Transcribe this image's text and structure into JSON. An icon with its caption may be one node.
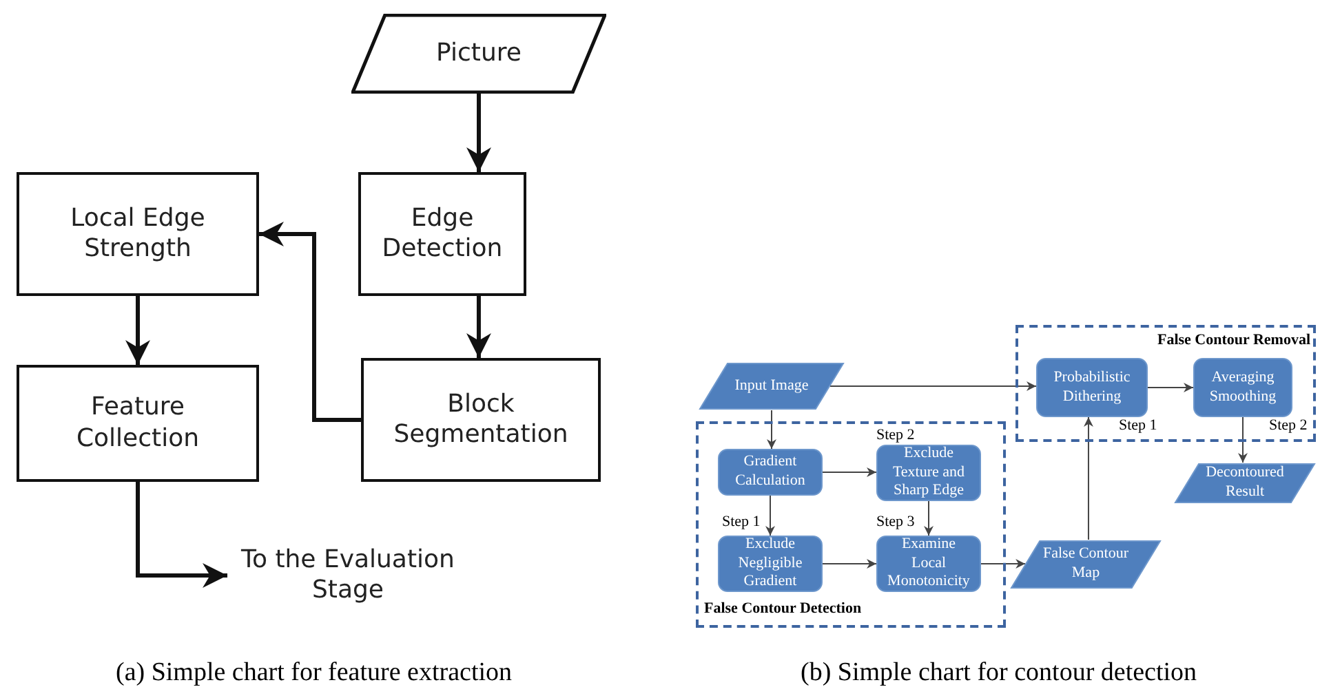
{
  "diagram": {
    "nodes": [
      {
        "text": [
          "Picture"
        ]
      },
      {
        "text": [
          "Edge Detection"
        ]
      },
      {
        "text": [
          "Local Edge Strength"
        ]
      },
      {
        "text": [
          "Block Segmentation"
        ]
      },
      {
        "text": [
          "Feature Collection"
        ]
      },
      {
        "text": [
          "To the Evaluation Stage"
        ]
      },
      {
        "text": [
          "False Contour Removal"
        ]
      },
      {
        "text": [
          "Probabilistic Dithering"
        ],
        "in": 6,
        "beside": [
          "Step 1"
        ]
      },
      {
        "text": [
          "Averaging Smoothing"
        ],
        "in": 6,
        "beside": [
          "Step 2"
        ]
      },
      {
        "text": [
          "Input Image"
        ]
      },
      {
        "text": [
          "False Contour Detection"
        ]
      },
      {
        "text": [
          "Gradient Calculation"
        ],
        "in": 10
      },
      {
        "text": [
          "Exclude Texture and Sharp Edge"
        ],
        "in": 10,
        "beside": [
          "Step 2"
        ]
      },
      {
        "text": [
          "Exclude Negligible Gradient"
        ],
        "in": 10,
        "beside": [
          "Step 1"
        ]
      },
      {
        "text": [
          "Examine Local Monotonicity"
        ],
        "in": 10,
        "beside": [
          "Step 3"
        ]
      },
      {
        "text": [
          "Decontoured Result"
        ]
      },
      {
        "text": [
          "False Contour Map"
        ]
      }
    ],
    "edges": [
      {
        "from": 0,
        "to": 1,
        "arrow": "to",
        "style": "thick"
      },
      {
        "from": 1,
        "to": 3,
        "arrow": "to",
        "style": "thick"
      },
      {
        "from": 3,
        "to": 2,
        "arrow": "to",
        "style": "thick"
      },
      {
        "from": 2,
        "to": 4,
        "arrow": "to",
        "style": "thick"
      },
      {
        "from": 4,
        "to": 5,
        "arrow": "to",
        "style": "thick"
      },
      {
        "from": 9,
        "to": 7,
        "arrow": "to"
      },
      {
        "from": 7,
        "to": 8,
        "arrow": "to"
      },
      {
        "from": 8,
        "to": 15,
        "arrow": "to"
      },
      {
        "from": 9,
        "to": 11,
        "arrow": "to"
      },
      {
        "from": 11,
        "to": 12,
        "arrow": "to"
      },
      {
        "from": 11,
        "to": 13,
        "arrow": "to"
      },
      {
        "from": 12,
        "to": 14,
        "arrow": "to"
      },
      {
        "from": 13,
        "to": 14,
        "arrow": "to"
      },
      {
        "from": 14,
        "to": 16,
        "arrow": "to"
      },
      {
        "from": 16,
        "to": 7,
        "arrow": "to"
      }
    ],
    "labels": [
      "(a) Simple chart for feature extraction",
      "(b) Simple chart for contour detection"
    ]
  }
}
